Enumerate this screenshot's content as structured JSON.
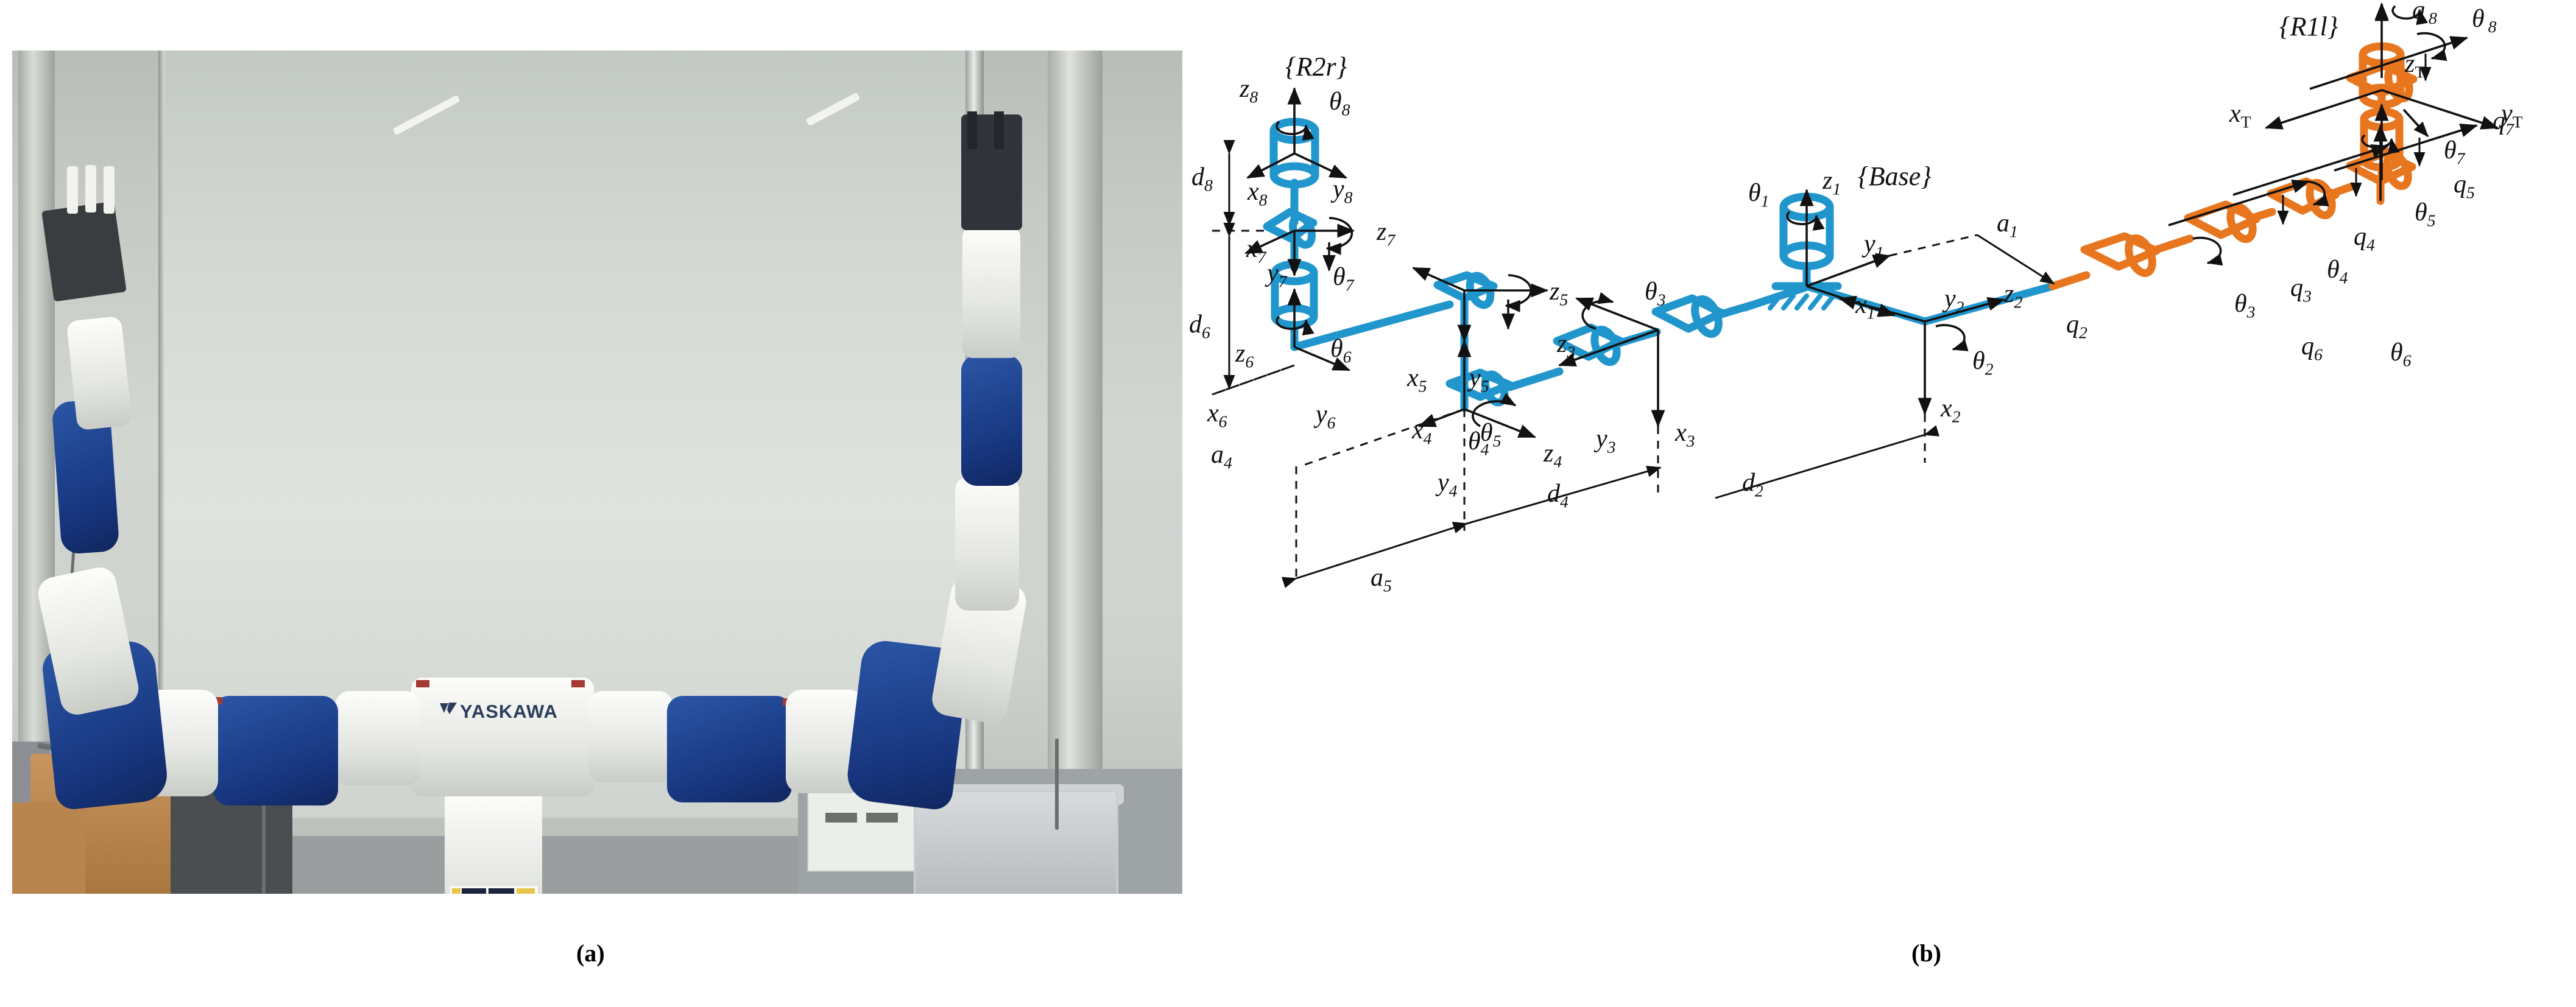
{
  "figure": {
    "panel_a_caption": "(a)",
    "panel_b_caption": "(b)",
    "photo": {
      "brand_text": "YASKAWA",
      "alt": "dual-arm Yaskawa robot photograph"
    },
    "colors": {
      "right_arm_blue": "#2196cd",
      "left_arm_orange": "#e8761f",
      "axis_black": "#111111",
      "label_black": "#111111"
    }
  },
  "diagram": {
    "frames": [
      {
        "id": "frame-R2r",
        "label": "{R2r}"
      },
      {
        "id": "frame-Base",
        "label": "{Base}"
      },
      {
        "id": "frame-R1l",
        "label": "{R1l}"
      }
    ],
    "axis_labels": [
      "z8",
      "x8",
      "y8",
      "x7",
      "y7",
      "z7",
      "z6",
      "x6",
      "y6",
      "x5",
      "y5",
      "z5",
      "x4",
      "y4",
      "z4",
      "x3",
      "y3",
      "z3",
      "z1",
      "y1",
      "x1",
      "y2",
      "z2",
      "x2",
      "zT",
      "xT",
      "yT"
    ],
    "theta_labels": [
      "θ1",
      "θ2",
      "θ3",
      "θ4",
      "θ5",
      "θ6",
      "θ7",
      "θ8",
      "θ3",
      "θ4",
      "θ5",
      "θ6",
      "θ7",
      "θ8"
    ],
    "joint_labels_right": [
      "q2",
      "q3",
      "q4",
      "q5",
      "q6",
      "q7",
      "q8"
    ],
    "dimension_labels": [
      "d8",
      "d6",
      "a4",
      "a5",
      "d4",
      "d2",
      "a1"
    ],
    "labels": {
      "R2r": "{R2r}",
      "Base": "{Base}",
      "R1l": "{R1l}",
      "z8": "z",
      "z8s": "8",
      "x8": "x",
      "x8s": "8",
      "y8": "y",
      "y8s": "8",
      "th8": "θ",
      "th8s": "8",
      "d8": "d",
      "d8s": "8",
      "x7": "x",
      "x7s": "7",
      "y7": "y",
      "y7s": "7",
      "z7": "z",
      "z7s": "7",
      "th7": "θ",
      "th7s": "7",
      "d6": "d",
      "d6s": "6",
      "z6": "z",
      "z6s": "6",
      "th6": "θ",
      "th6s": "6",
      "x6": "x",
      "x6s": "6",
      "y6": "y",
      "y6s": "6",
      "a4": "a",
      "a4s": "4",
      "x5": "x",
      "x5s": "5",
      "y5": "y",
      "y5s": "5",
      "z5": "z",
      "z5s": "5",
      "th5": "θ",
      "th5s": "5",
      "x4": "x",
      "x4s": "4",
      "y4": "y",
      "y4s": "4",
      "z4": "z",
      "z4s": "4",
      "th4": "θ",
      "th4s": "4",
      "z3": "z",
      "z3s": "3",
      "th3": "θ",
      "th3s": "3",
      "x3": "x",
      "x3s": "3",
      "y3": "y",
      "y3s": "3",
      "a5": "a",
      "a5s": "5",
      "d4": "d",
      "d4s": "4",
      "d2": "d",
      "d2s": "2",
      "th1": "θ",
      "th1s": "1",
      "z1": "z",
      "z1s": "1",
      "y1": "y",
      "y1s": "1",
      "x1": "x",
      "x1s": "1",
      "a1": "a",
      "a1s": "1",
      "y2": "y",
      "y2s": "2",
      "z2": "z",
      "z2s": "2",
      "x2": "x",
      "x2s": "2",
      "th2": "θ",
      "th2s": "2",
      "q2": "q",
      "q2s": "2",
      "q3": "q",
      "q3s": "3",
      "q4": "q",
      "q4s": "4",
      "q5": "q",
      "q5s": "5",
      "q6": "q",
      "q6s": "6",
      "q7": "q",
      "q7s": "7",
      "q8": "q",
      "q8s": "8",
      "rth3": "θ",
      "rth3s": "3",
      "rth4": "θ",
      "rth4s": "4",
      "rth5": "θ",
      "rth5s": "5",
      "rth6": "θ",
      "rth6s": "6",
      "rth7": "θ",
      "rth7s": "7",
      "rth8": "θ",
      "rth8s": "8",
      "zT": "z",
      "zTs": "T",
      "xT": "x",
      "xTs": "T",
      "yT": "y",
      "yTs": "T"
    }
  }
}
